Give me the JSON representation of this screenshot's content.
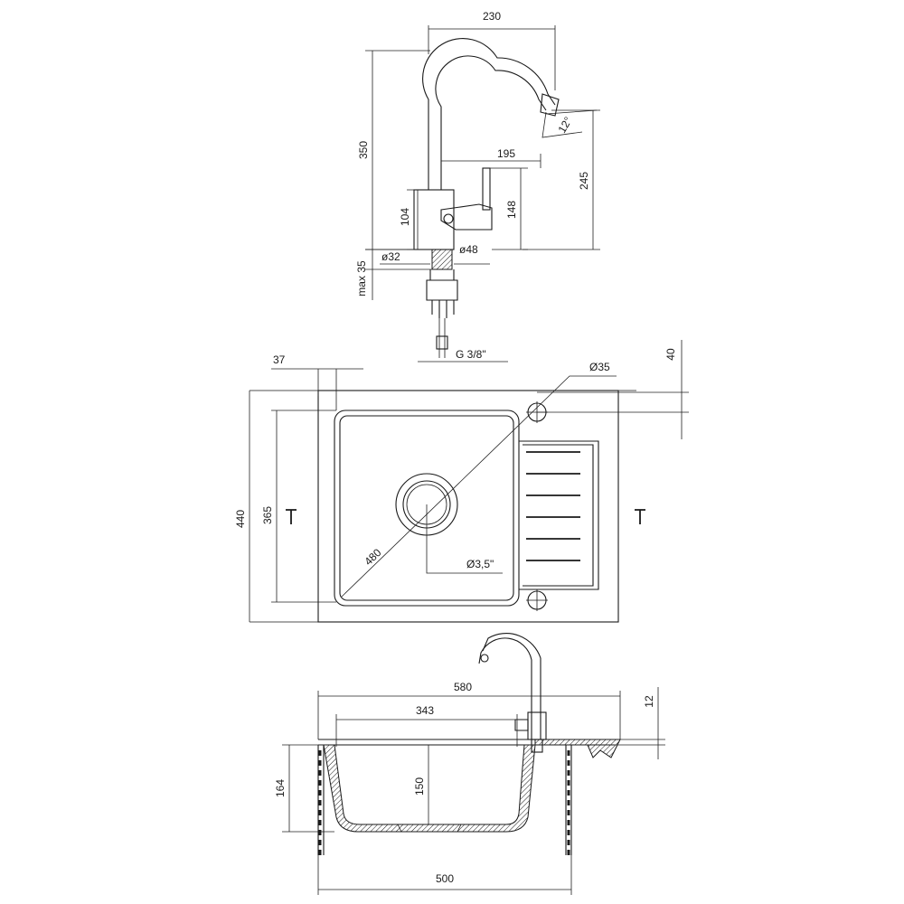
{
  "labels": {
    "faucet_width": "230",
    "faucet_height": "350",
    "spout_angle": "12°",
    "lever_reach": "195",
    "spout_height": "245",
    "lever_height": "148",
    "body_height": "104",
    "hole_dia_32": "ø32",
    "hole_dia_48": "ø48",
    "max_thickness": "max 35",
    "thread": "G 3/8\"",
    "edge_offset": "37",
    "tap_hole_dia": "Ø35",
    "tap_hole_offset": "40",
    "sink_depth_outer": "440",
    "bowl_depth": "365",
    "bowl_diagonal": "480",
    "drain_dia": "Ø3,5\"",
    "sink_width": "580",
    "bowl_width": "343",
    "rim_thickness": "12",
    "total_height": "164",
    "bowl_inner_depth": "150",
    "cabinet_width": "500"
  },
  "colors": {
    "line": "#1a1a1a",
    "background": "#ffffff"
  }
}
